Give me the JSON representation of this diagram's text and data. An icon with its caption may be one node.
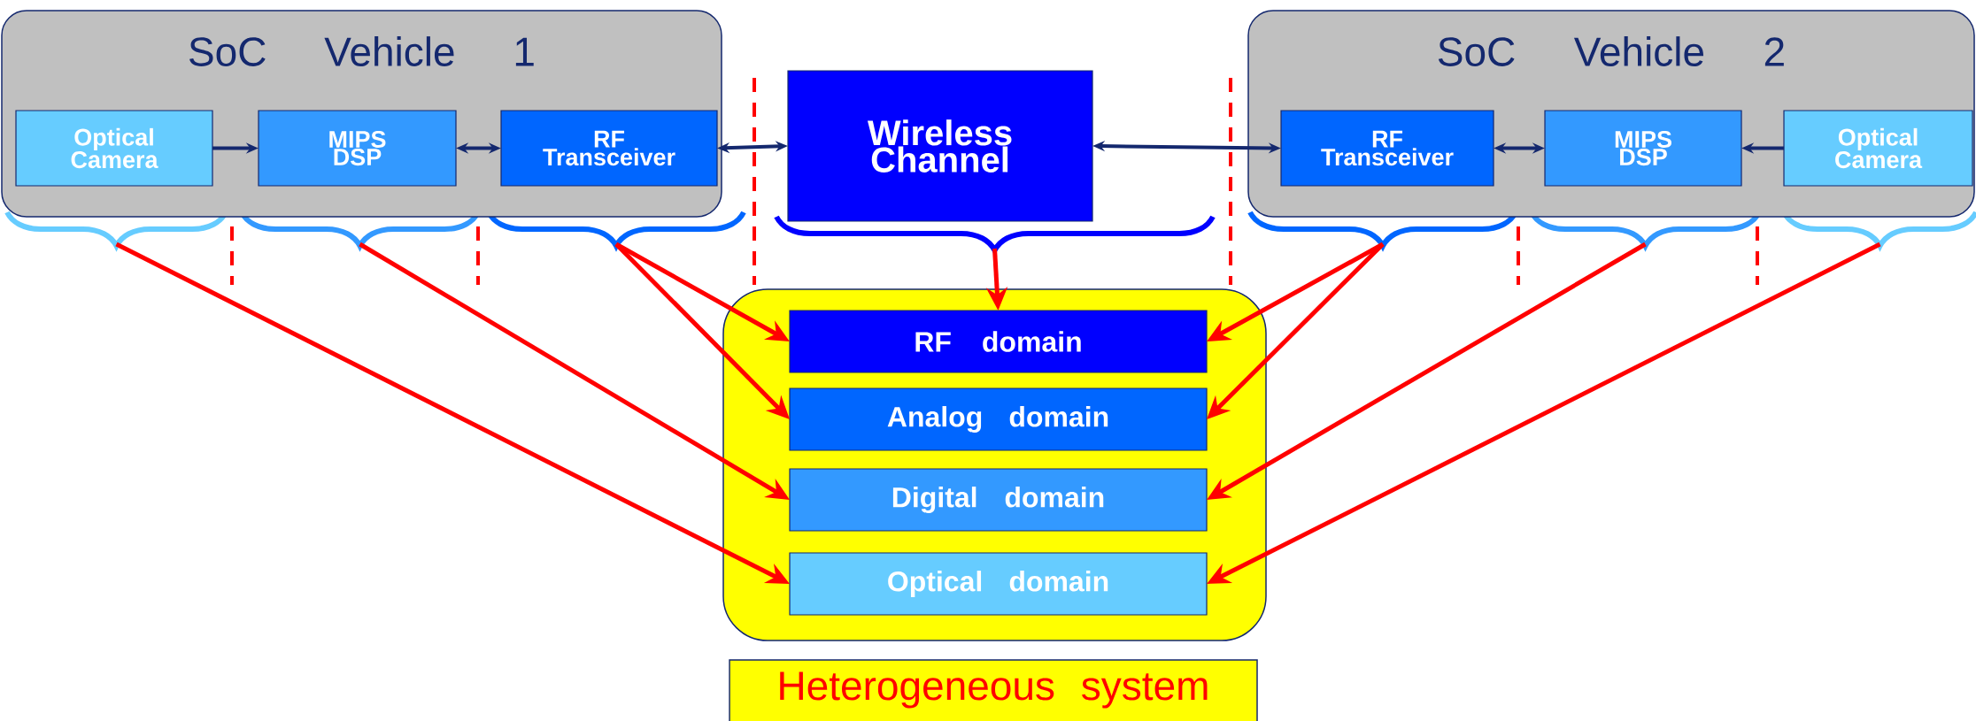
{
  "diagram": {
    "nodes": [
      {
        "text": [
          "SoC Vehicle 1"
        ]
      },
      {
        "text": [
          "Optical Camera"
        ],
        "in": 0
      },
      {
        "text": [
          "MIPS DSP"
        ],
        "in": 0
      },
      {
        "text": [
          "RF Transceiver"
        ],
        "in": 0
      },
      {
        "text": [
          "Wireless Channel"
        ]
      },
      {
        "text": [
          "SoC Vehicle 2"
        ]
      },
      {
        "text": [
          "RF Transceiver"
        ],
        "in": 5
      },
      {
        "text": [
          "MIPS DSP"
        ],
        "in": 5
      },
      {
        "text": [
          "Optical Camera"
        ],
        "in": 5
      },
      {
        "text": [],
        "shape": "box"
      },
      {
        "text": [
          "RF domain"
        ],
        "in": 9
      },
      {
        "text": [
          "Analog domain"
        ],
        "in": 9
      },
      {
        "text": [
          "Digital domain"
        ],
        "in": 9
      },
      {
        "text": [
          "Optical domain"
        ],
        "in": 9
      },
      {
        "text": [
          "Heterogeneous system"
        ]
      }
    ],
    "edges": [
      {
        "from": 1,
        "to": 2,
        "arrow": "to",
        "color": "#14286e"
      },
      {
        "from": 2,
        "to": 3,
        "arrow": "both",
        "color": "#14286e"
      },
      {
        "from": 3,
        "to": 4,
        "arrow": "both",
        "color": "#14286e"
      },
      {
        "from": 4,
        "to": 6,
        "arrow": "both",
        "color": "#14286e"
      },
      {
        "from": 6,
        "to": 7,
        "arrow": "both",
        "color": "#14286e"
      },
      {
        "from": 8,
        "to": 7,
        "arrow": "to",
        "color": "#14286e"
      },
      {
        "from": 1,
        "to": 13,
        "arrow": "to"
      },
      {
        "from": 2,
        "to": 12,
        "arrow": "to"
      },
      {
        "from": 3,
        "to": 10,
        "arrow": "to"
      },
      {
        "from": 3,
        "to": 11,
        "arrow": "to"
      },
      {
        "from": 4,
        "to": 10,
        "arrow": "to"
      },
      {
        "from": 6,
        "to": 10,
        "arrow": "to"
      },
      {
        "from": 6,
        "to": 11,
        "arrow": "to"
      },
      {
        "from": 7,
        "to": 12,
        "arrow": "to"
      },
      {
        "from": 8,
        "to": 13,
        "arrow": "to"
      }
    ]
  }
}
